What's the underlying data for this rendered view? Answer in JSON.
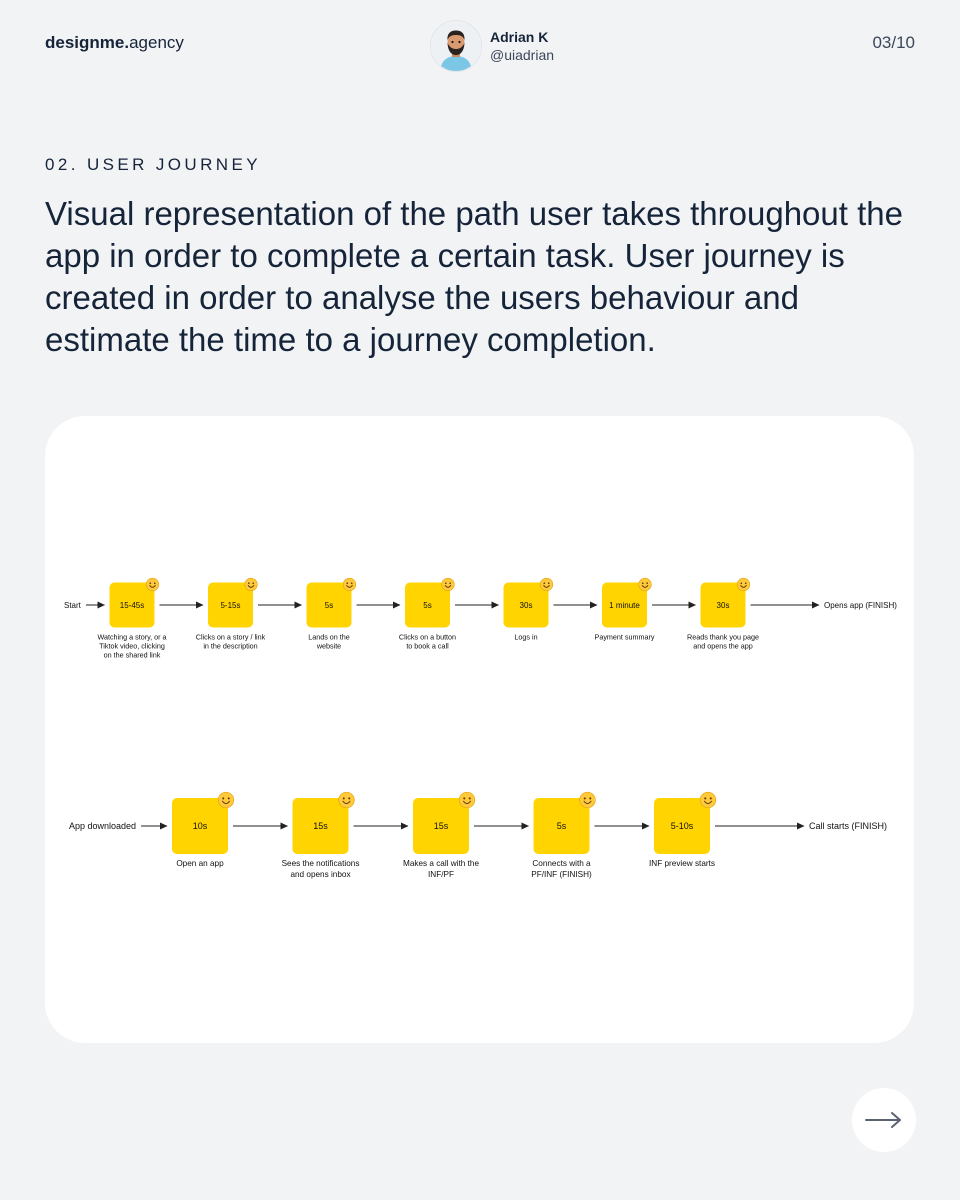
{
  "header": {
    "brand_bold": "designme.",
    "brand_regular": "agency",
    "author_name": "Adrian K",
    "author_handle": "@uiadrian",
    "page_number": "03/10"
  },
  "section": {
    "label": "02. USER JOURNEY",
    "description": "Visual representation of the path user takes throughout the app in order to complete a certain task. User journey is created in order to analyse the users behaviour and estimate the time to a journey completion."
  },
  "journeys": [
    {
      "start": "Start",
      "end": "Opens app (FINISH)",
      "steps": [
        {
          "time": "15-45s",
          "caption": [
            "Watching a story, or a",
            "Tiktok video, clicking",
            "on the shared link"
          ]
        },
        {
          "time": "5-15s",
          "caption": [
            "Clicks on a story / link",
            "in the description"
          ]
        },
        {
          "time": "5s",
          "caption": [
            "Lands on the",
            "website"
          ]
        },
        {
          "time": "5s",
          "caption": [
            "Clicks on a button",
            "to book a call"
          ]
        },
        {
          "time": "30s",
          "caption": [
            "Logs in"
          ]
        },
        {
          "time": "1 minute",
          "caption": [
            "Payment summary"
          ]
        },
        {
          "time": "30s",
          "caption": [
            "Reads thank you page",
            "and opens the app"
          ]
        }
      ]
    },
    {
      "start": "App downloaded",
      "end": "Call starts (FINISH)",
      "steps": [
        {
          "time": "10s",
          "caption": [
            "Open an app"
          ]
        },
        {
          "time": "15s",
          "caption": [
            "Sees the notifications",
            "and opens inbox"
          ]
        },
        {
          "time": "15s",
          "caption": [
            "Makes a call with the",
            "INF/PF"
          ]
        },
        {
          "time": "5s",
          "caption": [
            "Connects with a",
            "PF/INF (FINISH)"
          ]
        },
        {
          "time": "5-10s",
          "caption": [
            "INF preview starts"
          ]
        }
      ]
    }
  ],
  "colors": {
    "background": "#f2f3f5",
    "text": "#16243a",
    "sticky_note": "#ffd400",
    "emoji": "#ffc83d"
  },
  "icons": {
    "next": "arrow-right-icon",
    "emoji": "smiley-icon"
  }
}
